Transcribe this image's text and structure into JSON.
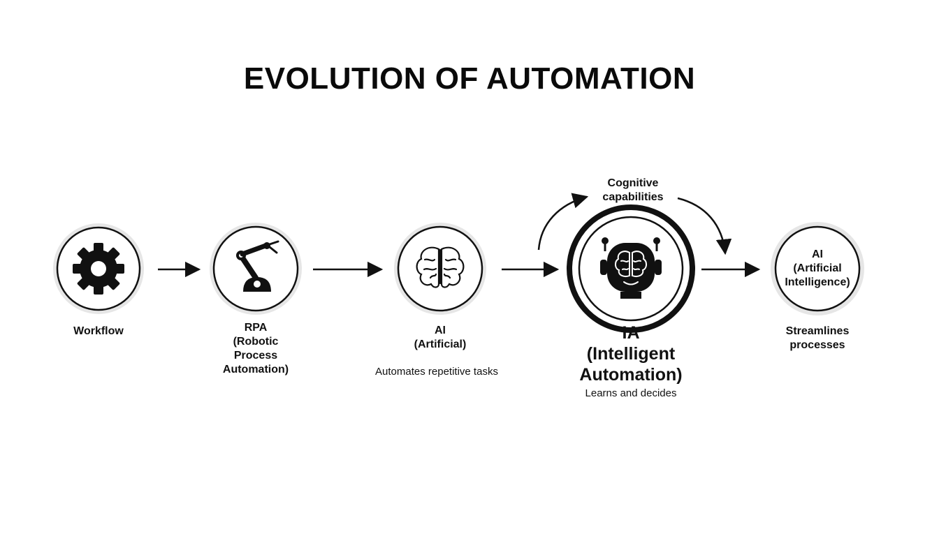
{
  "title": "EVOLUTION OF AUTOMATION",
  "stages": [
    {
      "label": "Workflow",
      "icon": "gear-icon"
    },
    {
      "label": "RPA\n(Robotic\nProcess\nAutomation)",
      "icon": "robotic-arm-icon"
    },
    {
      "label": "AI\n(Artificial)",
      "caption": "Automates repetitive tasks",
      "icon": "brain-icon"
    },
    {
      "label": "IA",
      "label_long": "(Intelligent\nAutomation)",
      "caption": "Learns and decides",
      "icon": "robot-brain-icon"
    },
    {
      "circle_text": "AI\n(Artificial\nIntelligence)",
      "caption": "Streamlines\nprocesses"
    }
  ],
  "cycle_label": "Cognitive\ncapabilities"
}
